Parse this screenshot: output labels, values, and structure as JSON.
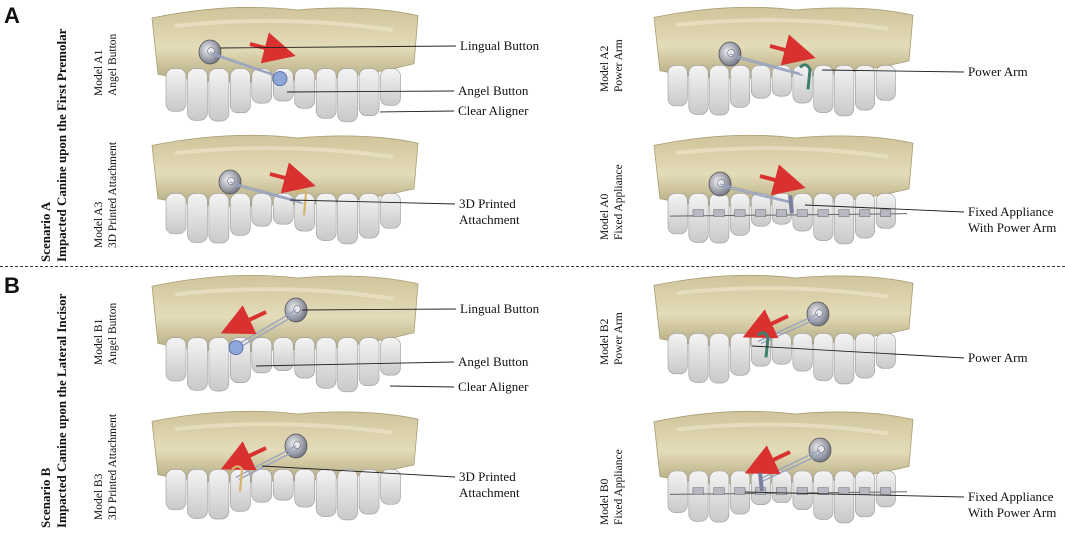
{
  "panels": [
    {
      "letter": "A",
      "scenario": {
        "line1": "Scenario A",
        "line2": "Impacted Canine upon the First Premolar"
      },
      "models": [
        {
          "line1": "Model A1",
          "line2": "Angel Button"
        },
        {
          "line1": "Model A2",
          "line2": "Power Arm"
        },
        {
          "line1": "Model A3",
          "line2": "3D Printed Attachment"
        },
        {
          "line1": "Model A0",
          "line2": "Fixed Appliance"
        }
      ],
      "callouts": {
        "lingual_button": "Lingual Button",
        "angel_button": "Angel Button",
        "clear_aligner": "Clear Aligner",
        "power_arm": "Power Arm",
        "printed_1": "3D Printed",
        "printed_2": "Attachment",
        "fixed_1": "Fixed Appliance",
        "fixed_2": "With Power Arm"
      }
    },
    {
      "letter": "B",
      "scenario": {
        "line1": "Scenario B",
        "line2": "Impacted Canine upon the Lateral Incisor"
      },
      "models": [
        {
          "line1": "Model B1",
          "line2": "Angel Button"
        },
        {
          "line1": "Model B2",
          "line2": "Power Arm"
        },
        {
          "line1": "Model B3",
          "line2": "3D Printed Attachment"
        },
        {
          "line1": "Model B0",
          "line2": "Fixed Appliance"
        }
      ],
      "callouts": {
        "lingual_button": "Lingual Button",
        "angel_button": "Angel Button",
        "clear_aligner": "Clear Aligner",
        "power_arm": "Power Arm",
        "printed_1": "3D Printed",
        "printed_2": "Attachment",
        "fixed_1": "Fixed Appliance",
        "fixed_2": "With Power Arm"
      }
    }
  ],
  "colors": {
    "bone": "#d8cfa8",
    "bone_shadow": "#a89e72",
    "tooth": "#e6e6e6",
    "arrow": "#d9312f",
    "button": "#8fa6d9",
    "bracket": "#7a7fa0",
    "power_arm": "#3f7d6f",
    "attachment": "#d7b46a"
  }
}
